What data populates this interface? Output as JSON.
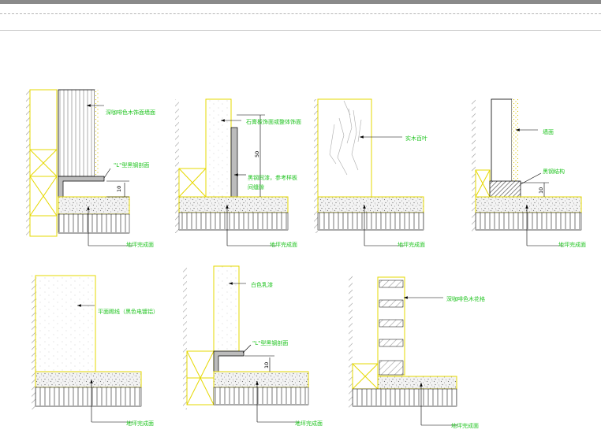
{
  "details": {
    "d1": {
      "label_wall": "深咖啡色木饰面墙面",
      "label_profile": "\"L\"型黑钢剖面",
      "dim": "10",
      "label_floor": "地坪完成面"
    },
    "d2": {
      "label_wall": "石膏板饰面或整体饰面",
      "dim": "50",
      "label_steel1": "黑钢同漆，参考样板",
      "label_steel2": "间缝隙",
      "label_floor": "地坪完成面"
    },
    "d3": {
      "label_wall": "实木百叶",
      "label_floor": "地坪完成面"
    },
    "d4": {
      "label_wall": "墙面",
      "label_steel": "黑钢结构",
      "dim": "10",
      "label_floor": "地坪完成面"
    },
    "d5": {
      "label_wall": "平面踢线（黑色电镀铝）",
      "label_floor": "地坪完成面"
    },
    "d6": {
      "label_wall": "白色乳漆",
      "label_profile": "\"L\"型黑钢剖面",
      "dim": "10",
      "label_floor": "地坪完成面"
    },
    "d7": {
      "label_wall": "深咖啡色木花格",
      "label_floor": "地坪完成面"
    }
  }
}
